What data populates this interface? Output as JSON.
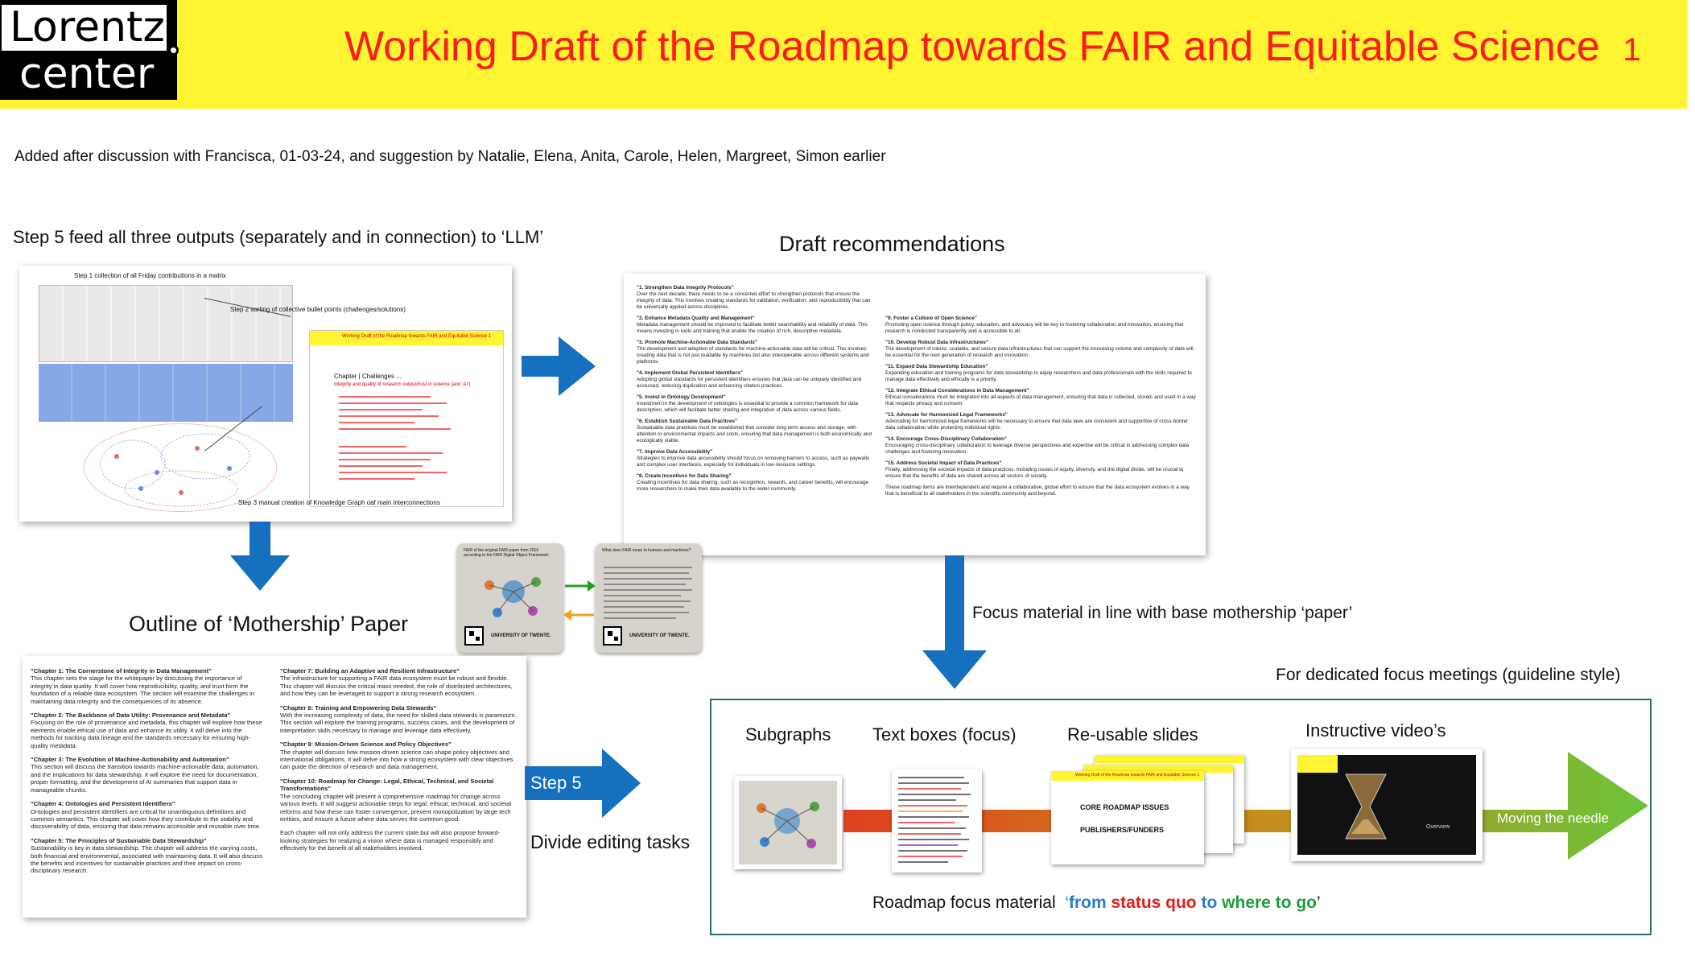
{
  "logo": {
    "line1": "Lorentz",
    "line2": "center"
  },
  "title": "Working Draft of the Roadmap towards FAIR and Equitable Science",
  "title_number": "1",
  "subtitle": "Added after discussion with Francisca, 01-03-24, and suggestion by Natalie, Elena, Anita, Carole, Helen, Margreet, Simon earlier",
  "step5_feed": "Step 5 feed all three outputs (separately and in connection) to ‘LLM’",
  "matrix_panel": {
    "step1": "Step 1 collection of all Friday contributions in a matrix",
    "step2": "Step 2 sorting of collective bullet points (challenges/solutions)",
    "step3": "Step 3 manual creation of Knowledge Graph oaf main interconnections",
    "slide_title": "Working Draft of the Roadmap towards FAIR and Equitable Science 1",
    "chapter_heading": "Chapter | Challenges ...",
    "chapter_sub": "Integrity and quality of research output/trust in science (and ‘AI’)"
  },
  "draft_heading": "Draft recommendations",
  "draft_left": [
    {
      "title": "\"1. Strengthen Data Integrity Protocols\"",
      "text": "Over the next decade, there needs to be a concerted effort to strengthen protocols that ensure the integrity of data. This involves creating standards for validation, verification, and reproducibility that can be universally applied across disciplines."
    },
    {
      "title": "\"2. Enhance Metadata Quality and Management\"",
      "text": "Metadata management should be improved to facilitate better searchability and reliability of data. This means investing in tools and training that enable the creation of rich, descriptive metadata."
    },
    {
      "title": "\"3. Promote Machine-Actionable Data Standards\"",
      "text": "The development and adoption of standards for machine-actionable data will be critical. This involves creating data that is not just readable by machines but also interoperable across different systems and platforms."
    },
    {
      "title": "\"4. Implement Global Persistent Identifiers\"",
      "text": "Adopting global standards for persistent identifiers ensures that data can be uniquely identified and accessed, reducing duplication and enhancing citation practices."
    },
    {
      "title": "\"5. Invest in Ontology Development\"",
      "text": "Investment in the development of ontologies is essential to provide a common framework for data description, which will facilitate better sharing and integration of data across various fields."
    },
    {
      "title": "\"6. Establish Sustainable Data Practices\"",
      "text": "Sustainable data practices must be established that consider long-term access and storage, with attention to environmental impacts and costs, ensuring that data management is both economically and ecologically viable."
    },
    {
      "title": "\"7. Improve Data Accessibility\"",
      "text": "Strategies to improve data accessibility should focus on removing barriers to access, such as paywalls and complex user interfaces, especially for individuals in low-resource settings."
    },
    {
      "title": "\"8. Create Incentives for Data Sharing\"",
      "text": "Creating incentives for data sharing, such as recognition, rewards, and career benefits, will encourage more researchers to make their data available to the wider community."
    }
  ],
  "draft_right": [
    {
      "title": "\"9. Foster a Culture of Open Science\"",
      "text": "Promoting open science through policy, education, and advocacy will be key to fostering collaboration and innovation, ensuring that research is conducted transparently and is accessible to all."
    },
    {
      "title": "\"10. Develop Robust Data Infrastructures\"",
      "text": "The development of robust, scalable, and secure data infrastructures that can support the increasing volume and complexity of data will be essential for the next generation of research and innovation."
    },
    {
      "title": "\"11. Expand Data Stewardship Education\"",
      "text": "Expanding education and training programs for data stewardship to equip researchers and data professionals with the skills required to manage data effectively and ethically is a priority."
    },
    {
      "title": "\"12. Integrate Ethical Considerations in Data Management\"",
      "text": "Ethical considerations must be integrated into all aspects of data management, ensuring that data is collected, stored, and used in a way that respects privacy and consent."
    },
    {
      "title": "\"13. Advocate for Harmonized Legal Frameworks\"",
      "text": "Advocating for harmonized legal frameworks will be necessary to ensure that data laws are consistent and supportive of cross-border data collaboration while protecting individual rights."
    },
    {
      "title": "\"14. Encourage Cross-Disciplinary Collaboration\"",
      "text": "Encouraging cross-disciplinary collaboration to leverage diverse perspectives and expertise will be critical in addressing complex data challenges and fostering innovation."
    },
    {
      "title": "\"15. Address Societal Impact of Data Practices\"",
      "text": "Finally, addressing the societal impacts of data practices, including issues of equity, diversity, and the digital divide, will be crucial to ensure that the benefits of data are shared across all sectors of society."
    },
    {
      "title": "",
      "text": "These roadmap items are interdependent and require a collaborative, global effort to ensure that the data ecosystem evolves in a way that is beneficial to all stakeholders in the scientific community and beyond."
    }
  ],
  "outline_heading": "Outline of ‘Mothership’ Paper",
  "outline_left": [
    {
      "title": "\"Chapter 1: The Cornerstone of Integrity in Data Management\"",
      "text": "This chapter sets the stage for the whitepaper by discussing the importance of integrity in data quality. It will cover how reproducibility, quality, and trust form the foundation of a reliable data ecosystem. The section will examine the challenges in maintaining data integrity and the consequences of its absence."
    },
    {
      "title": "\"Chapter 2: The Backbone of Data Utility: Provenance and Metadata\"",
      "text": "Focusing on the role of provenance and metadata, this chapter will explore how these elements enable ethical use of data and enhance its utility. It will delve into the methods for tracking data lineage and the standards necessary for ensuring high-quality metadata."
    },
    {
      "title": "\"Chapter 3: The Evolution of Machine-Actionability and Automation\"",
      "text": "This section will discuss the transition towards machine-actionable data, automation, and the implications for data stewardship. It will explore the need for documentation, proper formatting, and the development of AI summaries that support data in manageable chunks."
    },
    {
      "title": "\"Chapter 4: Ontologies and Persistent Identifiers\"",
      "text": "Ontologies and persistent identifiers are critical for unambiguous definitions and common semantics. This chapter will cover how they contribute to the stability and discoverability of data, ensuring that data remains accessible and reusable over time."
    },
    {
      "title": "\"Chapter 5: The Principles of Sustainable Data Stewardship\"",
      "text": "Sustainability is key in data stewardship. The chapter will address the varying costs, both financial and environmental, associated with maintaining data. It will also discuss the benefits and incentives for sustainable practices and their impact on cross-disciplinary research."
    }
  ],
  "outline_right": [
    {
      "title": "\"Chapter 7: Building an Adaptive and Resilient Infrastructure\"",
      "text": "The infrastructure for supporting a FAIR data ecosystem must be robust and flexible. This chapter will discuss the critical mass needed, the role of distributed architectures, and how they can be leveraged to support a strong research ecosystem."
    },
    {
      "title": "\"Chapter 8: Training and Empowering Data Stewards\"",
      "text": "With the increasing complexity of data, the need for skilled data stewards is paramount. This section will explore the training programs, success cases, and the development of interpretation skills necessary to manage and leverage data effectively."
    },
    {
      "title": "\"Chapter 9: Mission-Driven Science and Policy Objectives\"",
      "text": "The chapter will discuss how mission-driven science can shape policy objectives and international obligations. It will delve into how a strong ecosystem with clear objectives can guide the direction of research and data management."
    },
    {
      "title": "\"Chapter 10: Roadmap for Change: Legal, Ethical, Technical, and Societal Transformations\"",
      "text": "The concluding chapter will present a comprehensive roadmap for change across various levels. It will suggest actionable steps for legal, ethical, technical, and societal reforms and how these can foster convergence, prevent monopolization by large tech entities, and ensure a future where data serves the common good."
    },
    {
      "title": "",
      "text": "Each chapter will not only address the current state but will also propose forward-looking strategies for realizing a vision where data is managed responsibly and effectively for the benefit of all stakeholders involved."
    }
  ],
  "qr_cards": {
    "card1_title": "FAIR of the original FAIR paper from 2016 according to the FAIR Digital Object Framework",
    "card1_univ": "UNIVERSITY OF TWENTE.",
    "card2_title": "What does FAIR mean to humans and machines?",
    "card2_univ": "UNIVERSITY OF TWENTE."
  },
  "focus_label": "Focus material in line with base mothership ‘paper’",
  "dedicated_label": "For dedicated focus meetings (guideline style)",
  "step5_arrow": "Step 5",
  "divide_label": "Divide editing tasks",
  "focus_box": {
    "subgraphs": "Subgraphs",
    "textboxes": "Text boxes (focus)",
    "slides": "Re-usable slides",
    "videos": "Instructive video’s",
    "moving": "Moving the needle",
    "slide_line1": "CORE ROADMAP ISSUES",
    "slide_line2": "PUBLISHERS/FUNDERS",
    "slide_header": "Working Draft of the Roadmap towards FAIR and Equitable Science 1",
    "video_overview": "Overview"
  },
  "roadmap_line": {
    "prefix": "Roadmap focus material",
    "q1": "‘",
    "from": "from",
    "status_quo": "status quo",
    "to": "to",
    "where_to_go": "where to go",
    "q2": "’"
  },
  "colors": {
    "header_bg": "#fff432",
    "title": "#ff1a1a",
    "arrow_blue": "#1670c0",
    "from": "#2a7ad2",
    "status": "#e31b1b",
    "where": "#1e9d3a"
  }
}
